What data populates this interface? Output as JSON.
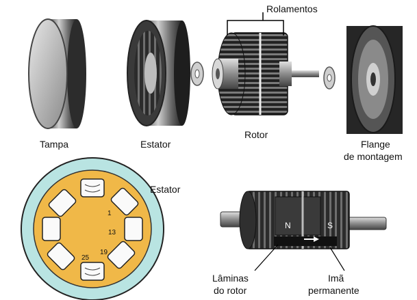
{
  "labels": {
    "rolamentos": "Rolamentos",
    "tampa": "Tampa",
    "estator_top": "Estator",
    "rotor": "Rotor",
    "flange_1": "Flange",
    "flange_2": "de montagem",
    "estator_bottom": "Estator",
    "laminas_1": "Lâminas",
    "laminas_2": "do rotor",
    "ima_1": "Imã",
    "ima_2": "permanente",
    "pole_n": "N",
    "pole_s": "S",
    "num_1": "1",
    "num_13": "13",
    "num_19": "19",
    "num_25": "25"
  },
  "colors": {
    "metal_dark": "#2a2a2a",
    "metal_mid": "#7a7a7a",
    "metal_light": "#d6d6d6",
    "stator_ring": "#b9e4e2",
    "stator_core": "#f0b848"
  }
}
